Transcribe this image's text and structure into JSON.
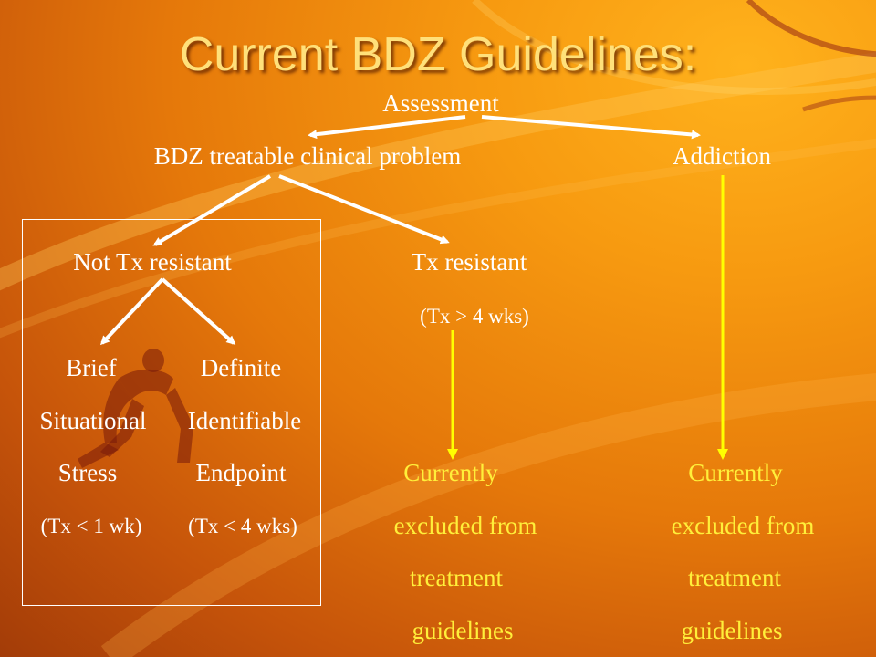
{
  "slide": {
    "title": "Current BDZ Guidelines:",
    "colors": {
      "title": "#ffe07a",
      "node_text": "#ffffff",
      "highlight_text": "#ffef3a",
      "arrow_white": "#ffffff",
      "arrow_yellow": "#ffff00"
    }
  },
  "nodes": {
    "assessment": "Assessment",
    "bdz_problem": "BDZ treatable clinical problem",
    "addiction": "Addiction",
    "not_tx_resistant": "Not Tx resistant",
    "tx_resistant": "Tx resistant",
    "tx_resistant_note": "(Tx > 4 wks)",
    "brief": {
      "line1": "Brief",
      "line2": "Situational",
      "line3": "Stress",
      "note": "(Tx < 1 wk)"
    },
    "definite": {
      "line1": "Definite",
      "line2": "Identifiable",
      "line3": "Endpoint",
      "note": "(Tx < 4 wks)"
    },
    "excluded_mid": {
      "line1": "Currently",
      "line2": "excluded from",
      "line3": "treatment",
      "line4": "guidelines"
    },
    "excluded_right": {
      "line1": "Currently",
      "line2": "excluded from",
      "line3": "treatment",
      "line4": "guidelines"
    }
  },
  "decoration": {
    "image": "runner-silhouette-icon"
  }
}
